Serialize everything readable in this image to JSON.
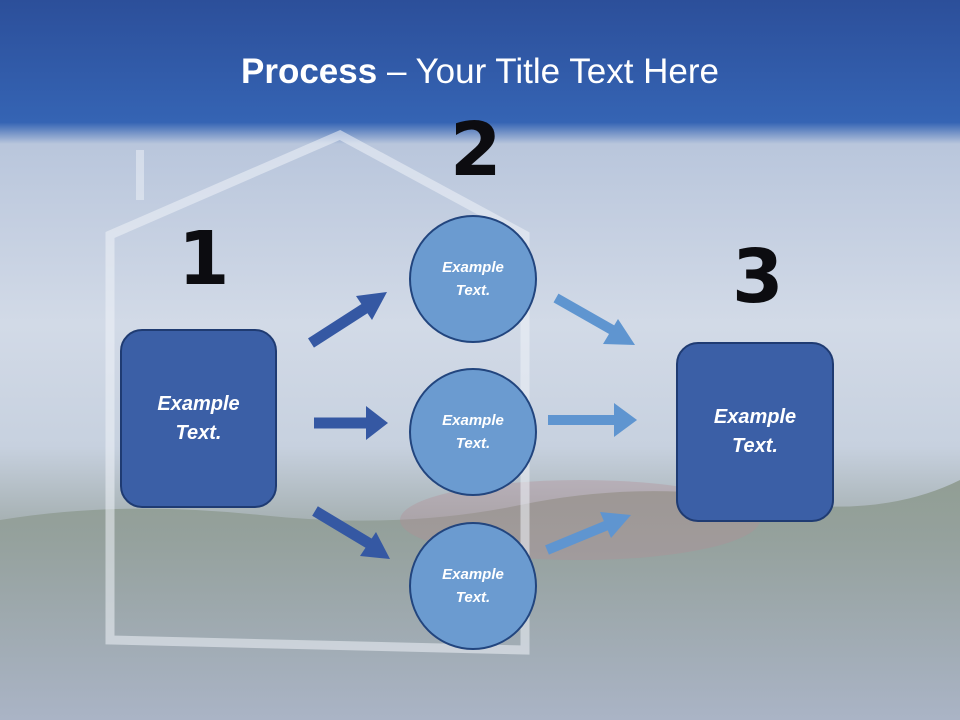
{
  "slide": {
    "title_bold": "Process",
    "title_rest": " – Your Title Text Here"
  },
  "steps": [
    {
      "number": "1",
      "label": [
        "Example",
        "Text."
      ]
    },
    {
      "number": "2",
      "items": [
        [
          "Example",
          "Text."
        ],
        [
          "Example",
          "Text."
        ],
        [
          "Example",
          "Text."
        ]
      ]
    },
    {
      "number": "3",
      "label": [
        "Example",
        "Text."
      ]
    }
  ],
  "colors": {
    "header": "#2f5bac",
    "box_fill": "#3b5fa6",
    "circle_fill": "#6b9bd0",
    "arrow_dark": "#3558a3",
    "arrow_light": "#5f95d0"
  }
}
